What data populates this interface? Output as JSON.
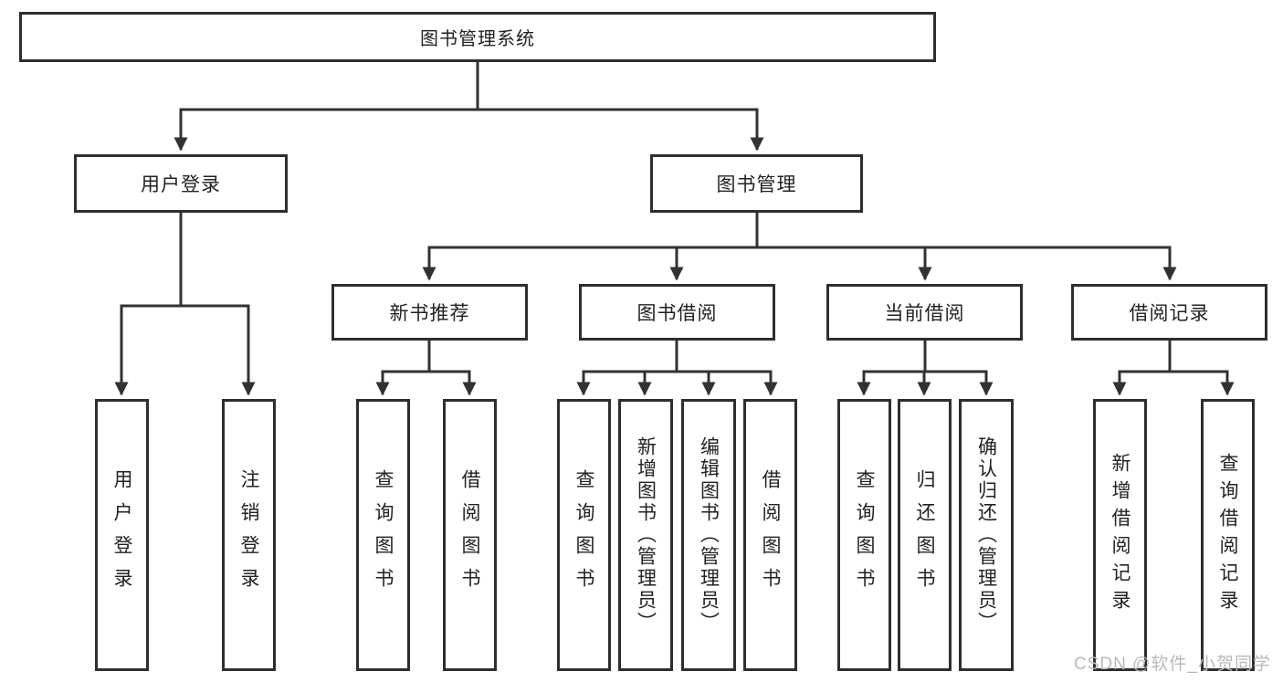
{
  "diagram": {
    "root": {
      "label": "图书管理系统"
    },
    "branches": [
      {
        "label": "用户登录",
        "children": [
          {
            "label": "用户登录"
          },
          {
            "label": "注销登录"
          }
        ]
      },
      {
        "label": "图书管理",
        "children": [
          {
            "label": "新书推荐",
            "children": [
              {
                "label": "查询图书"
              },
              {
                "label": "借阅图书"
              }
            ]
          },
          {
            "label": "图书借阅",
            "children": [
              {
                "label": "查询图书"
              },
              {
                "label": "新增图书（管理员）"
              },
              {
                "label": "编辑图书（管理员）"
              },
              {
                "label": "借阅图书"
              }
            ]
          },
          {
            "label": "当前借阅",
            "children": [
              {
                "label": "查询图书"
              },
              {
                "label": "归还图书"
              },
              {
                "label": "确认归还（管理员）"
              }
            ]
          },
          {
            "label": "借阅记录",
            "children": [
              {
                "label": "新增借阅记录"
              },
              {
                "label": "查询借阅记录"
              }
            ]
          }
        ]
      }
    ]
  },
  "watermark": {
    "text": "CSDN @软件_小贺同学",
    "color": "#b9b9b9"
  },
  "colors": {
    "line": "#323232",
    "border": "#2e2e2e",
    "text": "#222222",
    "background": "#ffffff"
  }
}
